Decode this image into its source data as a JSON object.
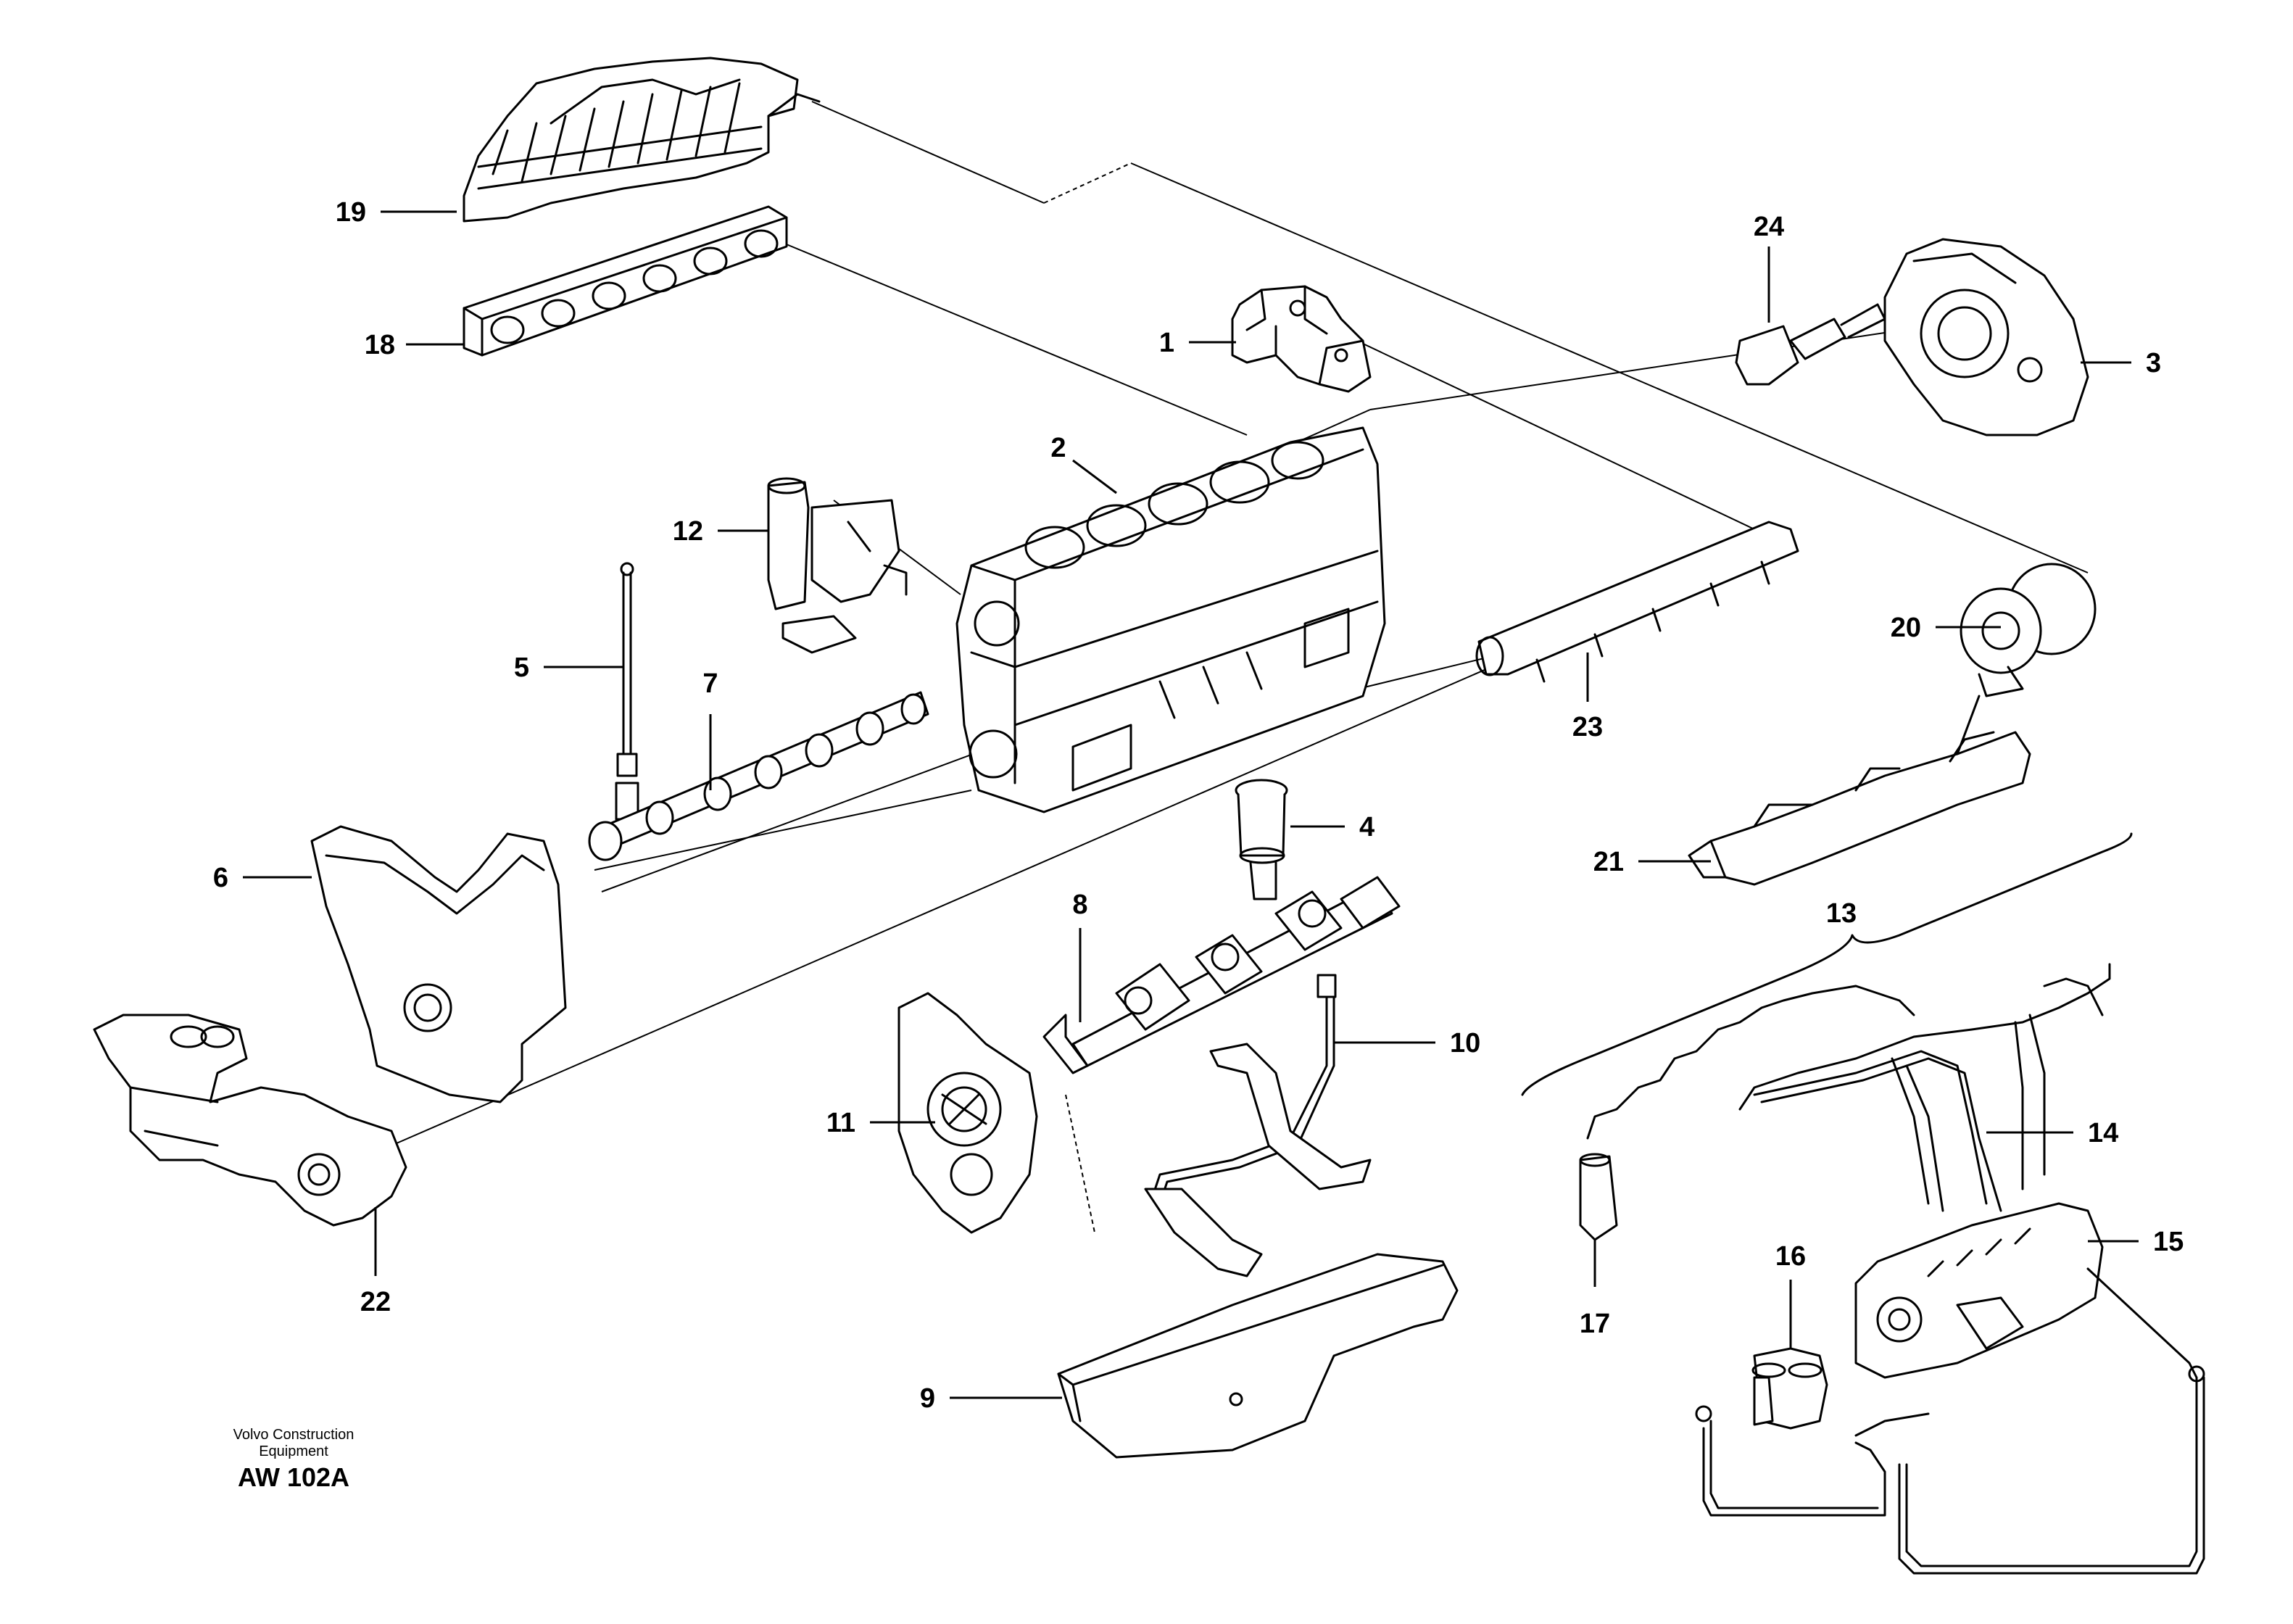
{
  "callouts": {
    "c1": "1",
    "c2": "2",
    "c3": "3",
    "c4": "4",
    "c5": "5",
    "c6": "6",
    "c7": "7",
    "c8": "8",
    "c9": "9",
    "c10": "10",
    "c11": "11",
    "c12": "12",
    "c13": "13",
    "c14": "14",
    "c15": "15",
    "c16": "16",
    "c17": "17",
    "c18": "18",
    "c19": "19",
    "c20": "20",
    "c21": "21",
    "c22": "22",
    "c23": "23",
    "c24": "24"
  },
  "footer": {
    "line1": "Volvo Construction",
    "line2": "Equipment",
    "code": "AW 102A"
  }
}
